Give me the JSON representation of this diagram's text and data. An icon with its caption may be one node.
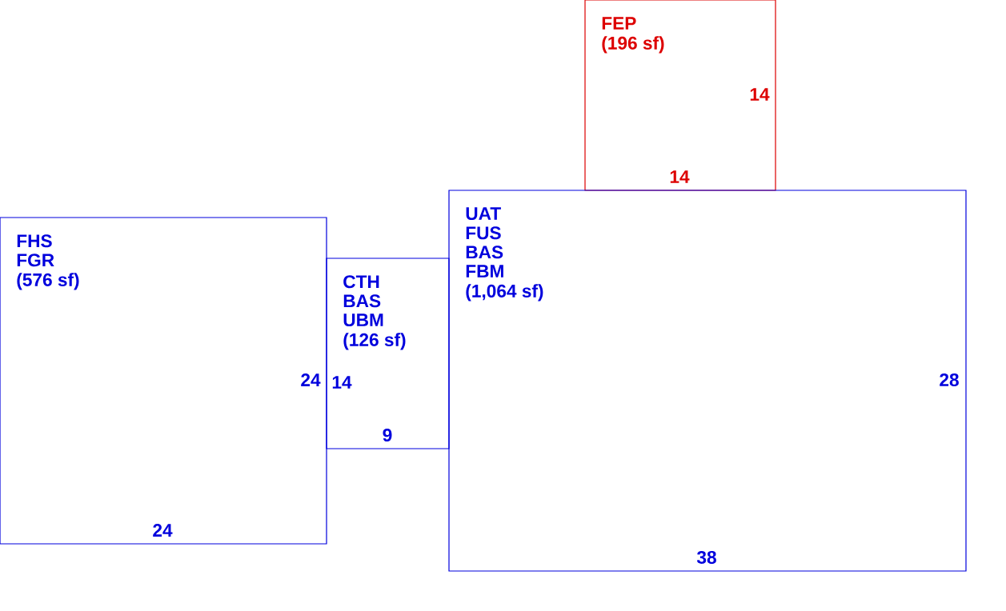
{
  "diagram": {
    "nodes": [
      {
        "text": [
          "FEP",
          "(196 sf)",
          "14",
          "14"
        ]
      },
      {
        "text": [
          "FHS",
          "FGR",
          "(576 sf)",
          "24",
          "24"
        ]
      },
      {
        "text": [
          "CTH",
          "BAS",
          "UBM",
          "(126 sf)",
          "14",
          "9"
        ]
      },
      {
        "text": [
          "UAT",
          "FUS",
          "BAS",
          "FBM",
          "(1,064 sf)",
          "28",
          "38"
        ]
      }
    ]
  }
}
